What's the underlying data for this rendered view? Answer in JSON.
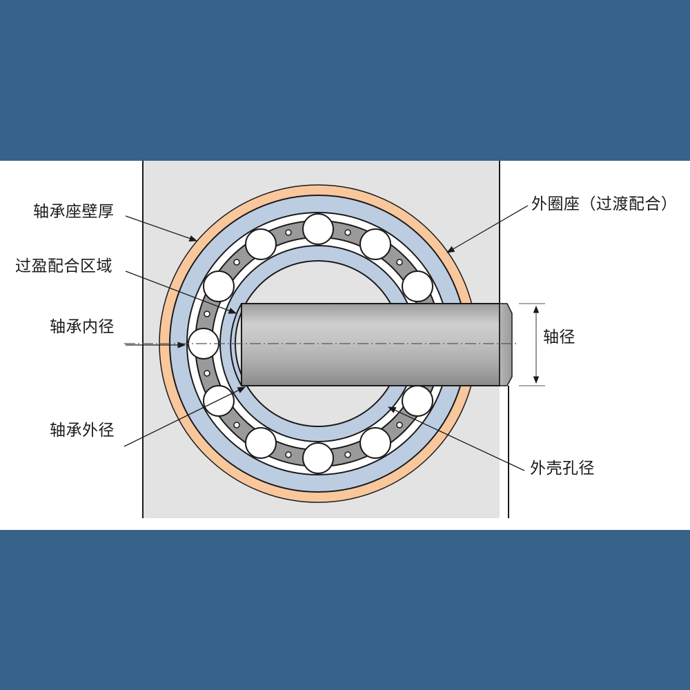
{
  "labels": {
    "housing_wall_thickness": "轴承座壁厚",
    "interference_fit_zone": "过盈配合区域",
    "bearing_inner_diameter": "轴承内径",
    "bearing_outer_diameter": "轴承外径",
    "outer_ring_seat": "外圈座（过渡配合）",
    "shaft_diameter": "轴径",
    "housing_bore_diameter": "外壳孔径"
  },
  "colors": {
    "background_band": "#37638a",
    "panel": "#ffffff",
    "housing": "#e3e3e3",
    "fit_layer": "#f8c79c",
    "ring": "#bccde2",
    "cage": "#9a9a9a",
    "ball": "#ffffff",
    "shaft_light": "#d6d6d6",
    "shaft_dark": "#8f8f8f",
    "outline": "#1a1a1a"
  },
  "bearing": {
    "ball_count": 12,
    "visible_balls": 11
  }
}
